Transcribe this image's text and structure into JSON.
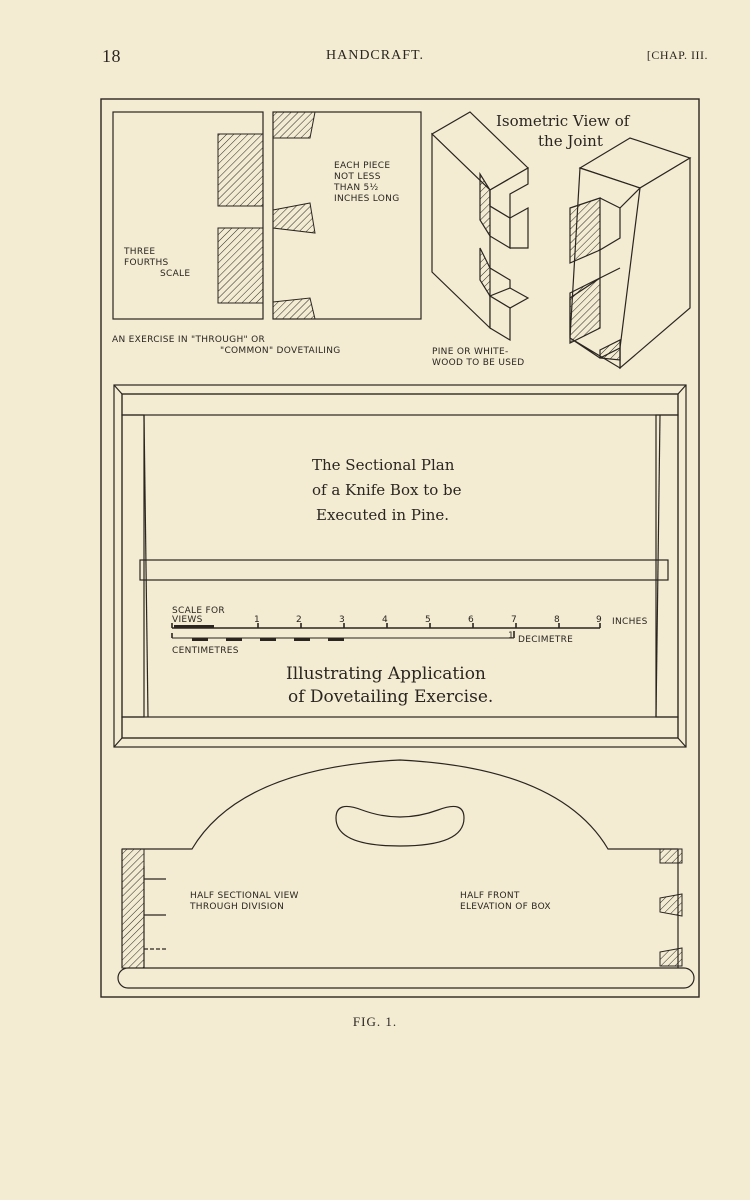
{
  "header": {
    "page_number": "18",
    "title": "HANDCRAFT.",
    "chapter": "[CHAP. III."
  },
  "figure": {
    "top_left": {
      "each_piece": [
        "EACH PIECE",
        "NOT LESS",
        "THAN 5½",
        "INCHES LONG"
      ],
      "scale": [
        "THREE",
        "FOURTHS",
        "SCALE"
      ],
      "exercise": [
        "AN EXERCISE IN \"THROUGH\" OR",
        "\"COMMON\" DOVETAILING"
      ]
    },
    "top_right": {
      "title": [
        "Isometric View of",
        "the Joint"
      ],
      "material": [
        "PINE OR WHITE-",
        "WOOD TO BE USED"
      ]
    },
    "plan": {
      "title": [
        "The Sectional Plan",
        "of a Knife Box to be",
        "Executed in Pine."
      ],
      "scale_for_views": [
        "SCALE FOR",
        "VIEWS"
      ],
      "inch_ticks": [
        "1",
        "2",
        "3",
        "4",
        "5",
        "6",
        "7",
        "8",
        "9"
      ],
      "inches_label": "INCHES",
      "decimetre_tick": "1",
      "decimetre_label": "DECIMETRE",
      "centimetres_label": "CENTIMETRES",
      "subtitle": [
        "Illustrating Application",
        "of Dovetailing Exercise."
      ]
    },
    "elevation": {
      "half_sectional": [
        "HALF SECTIONAL VIEW",
        "THROUGH DIVISION"
      ],
      "half_front": [
        "HALF FRONT",
        "ELEVATION OF BOX"
      ]
    }
  },
  "caption": "FIG. 1."
}
